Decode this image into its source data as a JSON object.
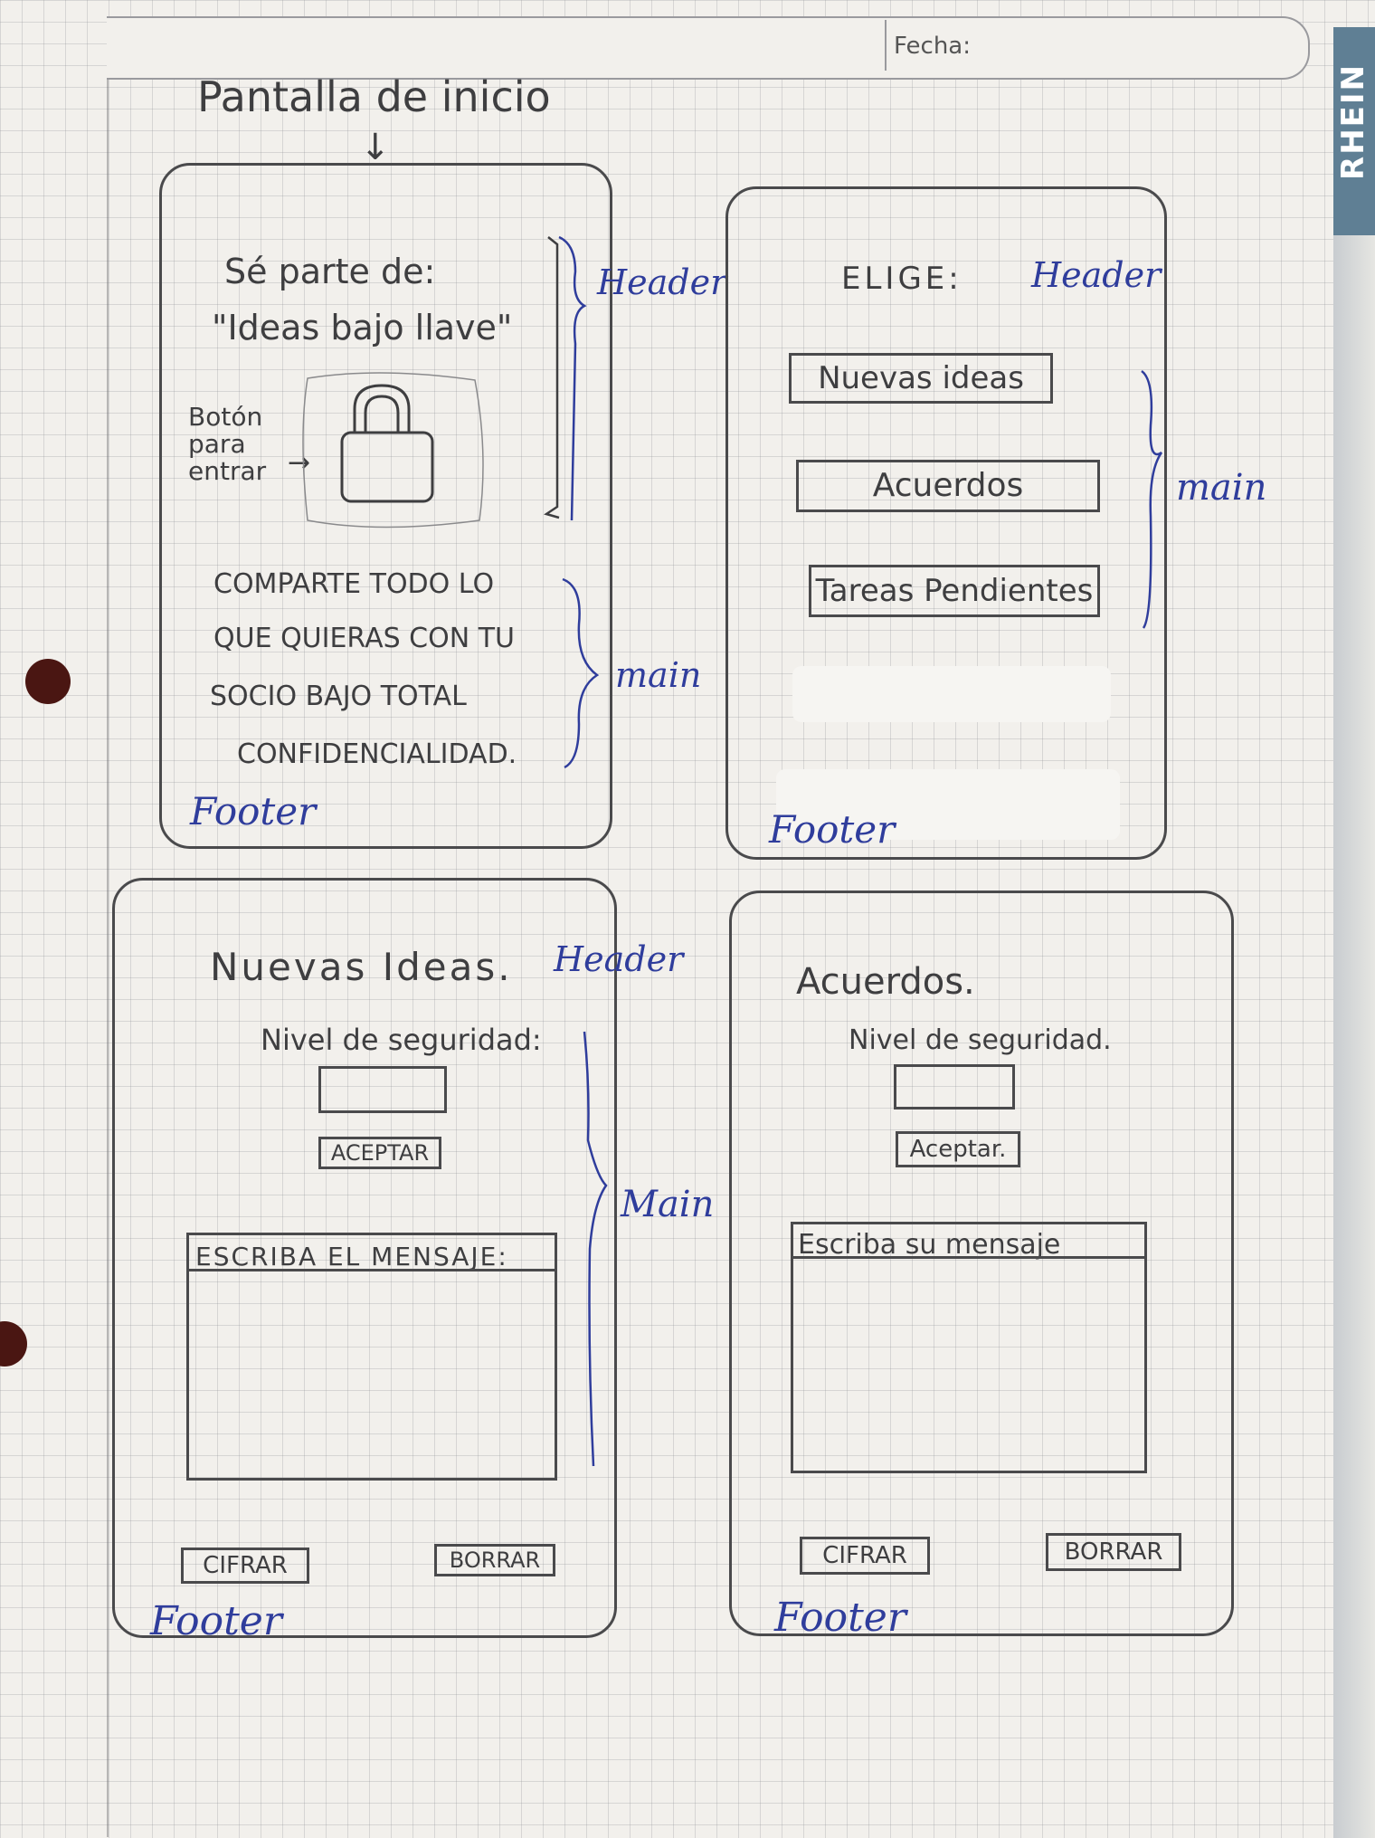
{
  "sheet": {
    "fecha_label": "Fecha:",
    "brand": "RHEIN"
  },
  "page_title": "Pantalla de inicio",
  "screens": [
    {
      "header_lines": [
        "Sé parte de:",
        "\"Ideas bajo llave\""
      ],
      "side_note": [
        "Botón",
        "para",
        "entrar"
      ],
      "main_lines": [
        "COMPARTE TODO LO",
        "QUE QUIERAS CON TU",
        "SOCIO BAJO TOTAL",
        "CONFIDENCIALIDAD."
      ],
      "annotations": {
        "header": "Header",
        "main": "main",
        "footer": "Footer"
      }
    },
    {
      "title": "ELIGE:",
      "buttons": [
        "Nuevas ideas",
        "Acuerdos",
        "Tareas Pendientes"
      ],
      "annotations": {
        "header": "Header",
        "main": "main",
        "footer": "Footer"
      }
    },
    {
      "title": "Nuevas Ideas.",
      "security_label": "Nivel de seguridad:",
      "accept": "ACEPTAR",
      "message_header": "ESCRIBA EL MENSAJE:",
      "encrypt": "CIFRAR",
      "delete": "BORRAR",
      "annotations": {
        "header": "Header",
        "main": "Main",
        "footer": "Footer"
      }
    },
    {
      "title": "Acuerdos.",
      "security_label": "Nivel de seguridad.",
      "accept": "Aceptar.",
      "message_header": "Escriba su mensaje",
      "encrypt": "CIFRAR",
      "delete": "BORRAR",
      "annotations": {
        "footer": "Footer"
      }
    }
  ],
  "colors": {
    "ink": "#3e3e40",
    "blue_ink": "#2f3d9c",
    "paper": "#f2f0ec",
    "brand": "#5f7f94"
  }
}
